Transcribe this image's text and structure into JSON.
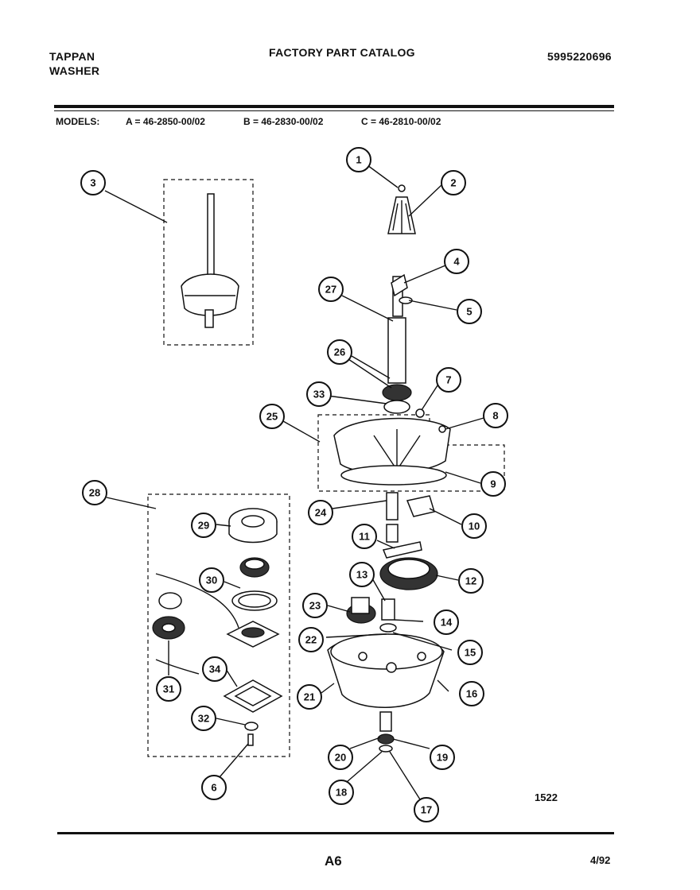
{
  "header": {
    "brand": "TAPPAN",
    "product": "WASHER",
    "title": "FACTORY PART CATALOG",
    "catalog_number": "5995220696"
  },
  "models": {
    "label": "MODELS:",
    "a": "A = 46-2850-00/02",
    "b": "B = 46-2830-00/02",
    "c": "C = 46-2810-00/02"
  },
  "diagram": {
    "callouts": [
      "1",
      "2",
      "3",
      "4",
      "5",
      "6",
      "7",
      "8",
      "9",
      "10",
      "11",
      "12",
      "13",
      "14",
      "15",
      "16",
      "17",
      "18",
      "19",
      "20",
      "21",
      "22",
      "23",
      "24",
      "25",
      "26",
      "27",
      "28",
      "29",
      "30",
      "31",
      "32",
      "33",
      "34"
    ],
    "figure_code": "1522"
  },
  "footer": {
    "page": "A6",
    "date": "4/92"
  }
}
